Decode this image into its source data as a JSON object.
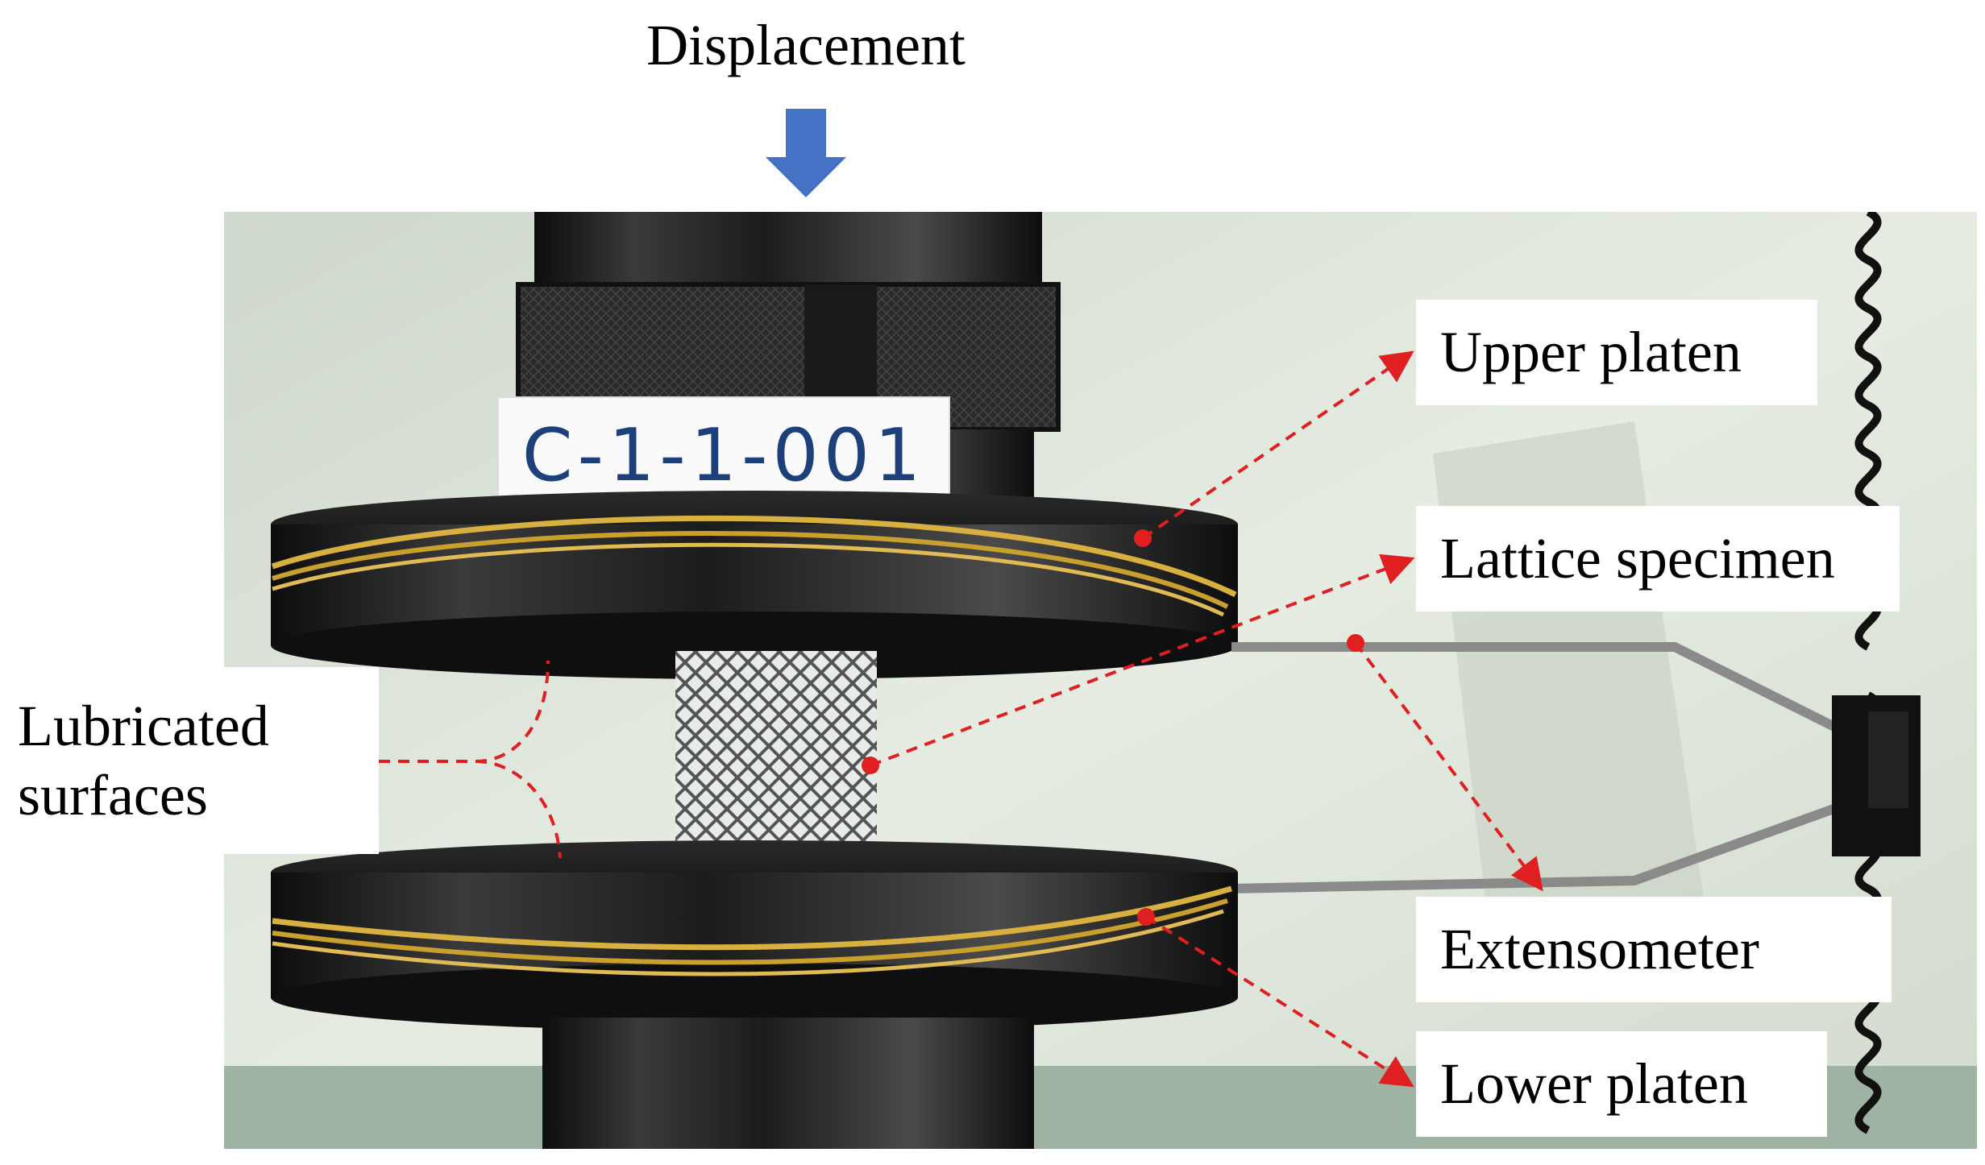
{
  "title": "Displacement",
  "specimen_tag": "C-1-1-001",
  "labels": {
    "upper_platen": "Upper platen",
    "lattice_specimen": "Lattice specimen",
    "extensometer": "Extensometer",
    "lower_platen": "Lower platen",
    "lubricated_line1": "Lubricated",
    "lubricated_line2": "surfaces"
  },
  "colors": {
    "arrow": "#4472C4",
    "annotation": "#E02020",
    "background_wall": "#DDE5DA",
    "platen": "#1A1A1A"
  }
}
